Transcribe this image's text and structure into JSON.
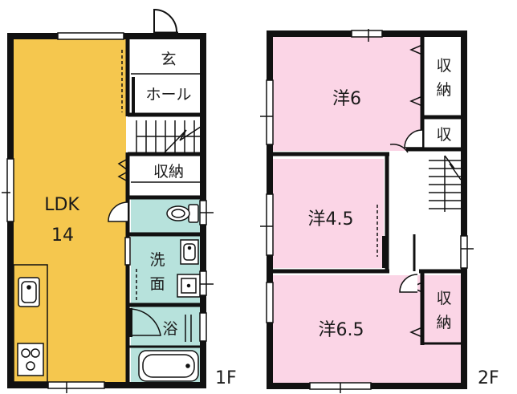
{
  "floor1": {
    "label": "1F",
    "rooms": {
      "ldk_name": "LDK",
      "ldk_size": "14",
      "entrance": "玄",
      "hall": "ホール",
      "storage": "収納",
      "washroom_a": "洗",
      "washroom_b": "面",
      "bath": "浴"
    }
  },
  "floor2": {
    "label": "2F",
    "rooms": {
      "western1": "洋6",
      "western2": "洋4.5",
      "western3": "洋6.5",
      "storage1_a": "収",
      "storage1_b": "納",
      "storage2": "収",
      "storage3_a": "収",
      "storage3_b": "納"
    }
  },
  "colors": {
    "ldk": "#f5c74e",
    "western": "#fbd5e6",
    "wet_area": "#b7e2dc",
    "wall": "#111111"
  }
}
